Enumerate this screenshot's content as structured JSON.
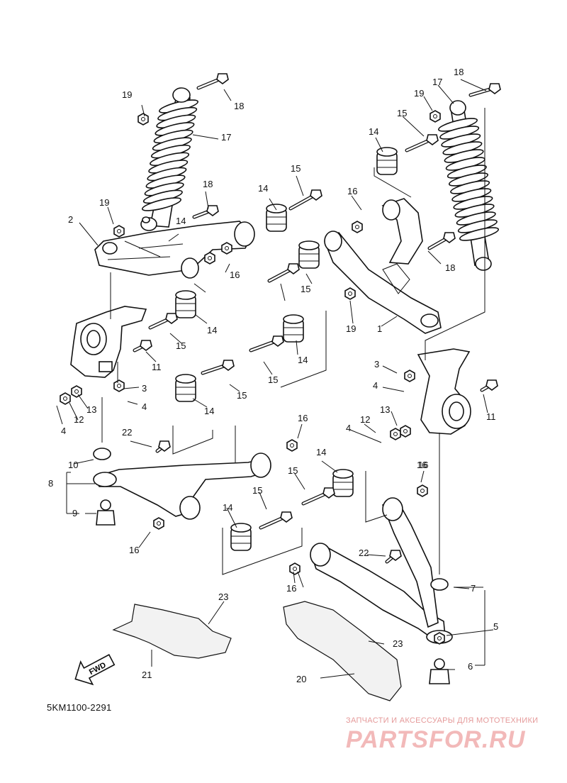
{
  "diagram": {
    "part_code": "5KM1100-2291",
    "fwd_label": "FWD",
    "watermark": {
      "tagline": "ЗАПЧАСТИ И АКСЕССУАРЫ ДЛЯ МОТОТЕХНИКИ",
      "brand": "PARTSFOR.RU"
    },
    "callouts": [
      {
        "id": "c18a",
        "label": "18"
      },
      {
        "id": "c19a",
        "label": "19"
      },
      {
        "id": "c17a",
        "label": "17"
      },
      {
        "id": "c18b",
        "label": "18"
      },
      {
        "id": "c19b",
        "label": "19"
      },
      {
        "id": "c2",
        "label": "2"
      },
      {
        "id": "c16a",
        "label": "16"
      },
      {
        "id": "c14a",
        "label": "14"
      },
      {
        "id": "c15a",
        "label": "15"
      },
      {
        "id": "c14b",
        "label": "14"
      },
      {
        "id": "c15b",
        "label": "15"
      },
      {
        "id": "c14c",
        "label": "14"
      },
      {
        "id": "c15c",
        "label": "15"
      },
      {
        "id": "c11a",
        "label": "11"
      },
      {
        "id": "c3a",
        "label": "3"
      },
      {
        "id": "c4a",
        "label": "4"
      },
      {
        "id": "c13a",
        "label": "13"
      },
      {
        "id": "c12a",
        "label": "12"
      },
      {
        "id": "c4b",
        "label": "4"
      },
      {
        "id": "c14d",
        "label": "14"
      },
      {
        "id": "c15d",
        "label": "15"
      },
      {
        "id": "c15e",
        "label": "15"
      },
      {
        "id": "c14e",
        "label": "14"
      },
      {
        "id": "c22a",
        "label": "22"
      },
      {
        "id": "c16b",
        "label": "16"
      },
      {
        "id": "c10",
        "label": "10"
      },
      {
        "id": "c8",
        "label": "8"
      },
      {
        "id": "c9",
        "label": "9"
      },
      {
        "id": "c16c",
        "label": "16"
      },
      {
        "id": "c14f",
        "label": "14"
      },
      {
        "id": "c15f",
        "label": "15"
      },
      {
        "id": "c15g",
        "label": "15"
      },
      {
        "id": "c14g",
        "label": "14"
      },
      {
        "id": "c16d",
        "label": "16"
      },
      {
        "id": "c23a",
        "label": "23"
      },
      {
        "id": "c21",
        "label": "21"
      },
      {
        "id": "c18c",
        "label": "18"
      },
      {
        "id": "c17b",
        "label": "17"
      },
      {
        "id": "c19c",
        "label": "19"
      },
      {
        "id": "c15h",
        "label": "15"
      },
      {
        "id": "c14h",
        "label": "14"
      },
      {
        "id": "c16e",
        "label": "16"
      },
      {
        "id": "c18d",
        "label": "18"
      },
      {
        "id": "c19d",
        "label": "19"
      },
      {
        "id": "c1",
        "label": "1"
      },
      {
        "id": "c3b",
        "label": "3"
      },
      {
        "id": "c4c",
        "label": "4"
      },
      {
        "id": "c11b",
        "label": "11"
      },
      {
        "id": "c13b",
        "label": "13"
      },
      {
        "id": "c12b",
        "label": "12"
      },
      {
        "id": "c4d",
        "label": "4"
      },
      {
        "id": "c16f",
        "label": "16"
      },
      {
        "id": "c22b",
        "label": "22"
      },
      {
        "id": "c16g",
        "label": "16"
      },
      {
        "id": "c7",
        "label": "7"
      },
      {
        "id": "c5",
        "label": "5"
      },
      {
        "id": "c23b",
        "label": "23"
      },
      {
        "id": "c6",
        "label": "6"
      },
      {
        "id": "c20",
        "label": "20"
      }
    ]
  }
}
